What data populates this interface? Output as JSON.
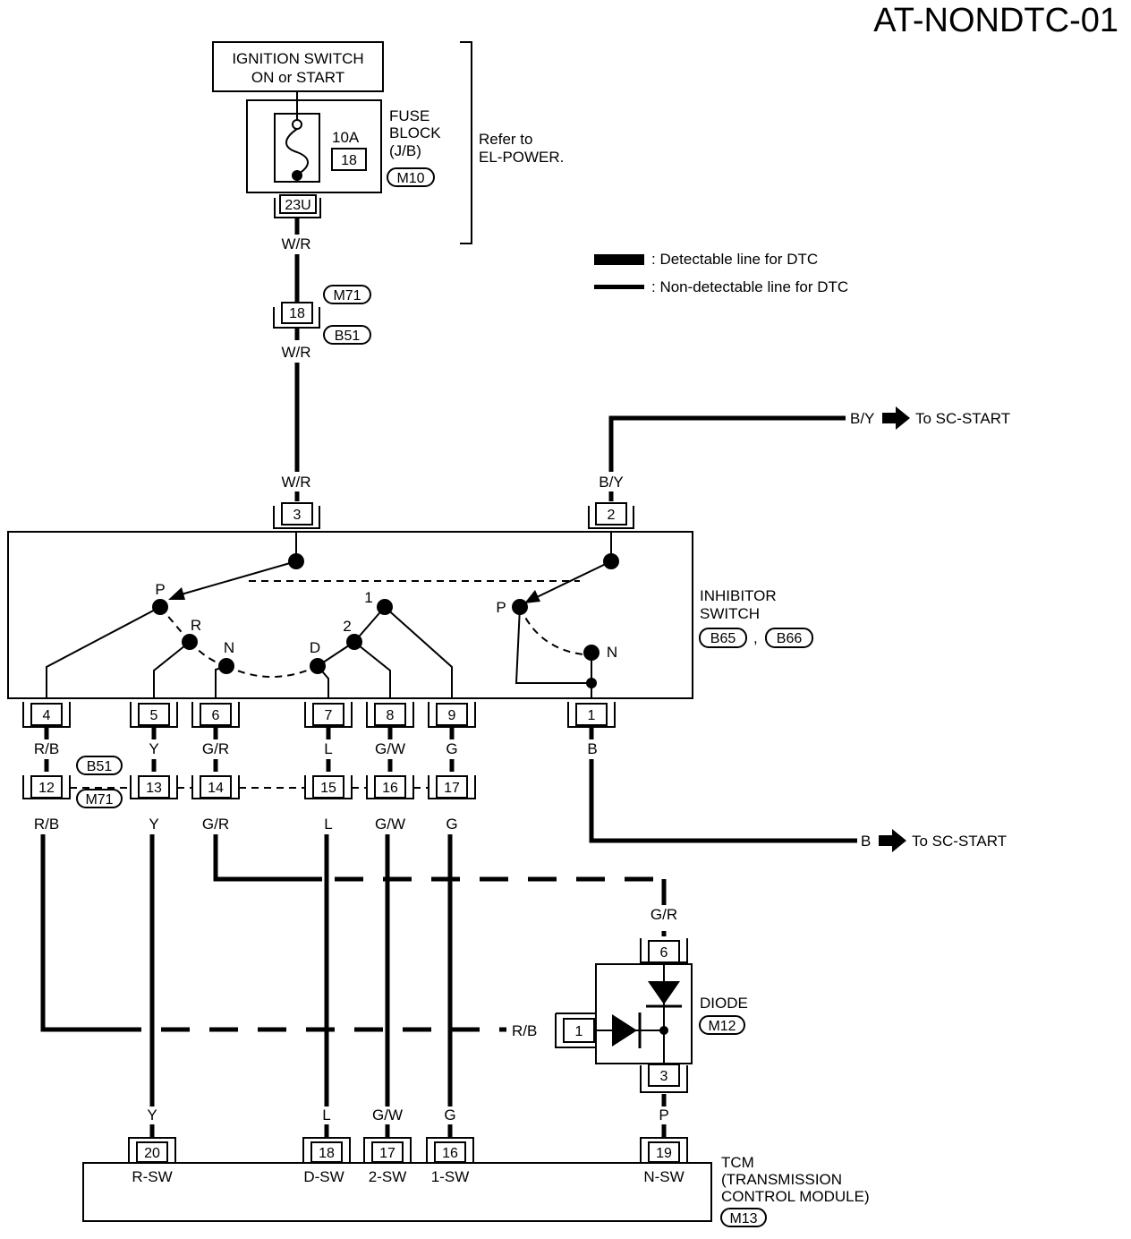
{
  "title": "AT-NONDTC-01",
  "ignition": {
    "line1": "IGNITION SWITCH",
    "line2": "ON or START"
  },
  "fuse_block": {
    "amp": "10A",
    "num": "18",
    "line1": "FUSE",
    "line2": "BLOCK",
    "line3": "(J/B)",
    "conn": "M10",
    "out_pin": "23U"
  },
  "refer": {
    "line1": "Refer to",
    "line2": "EL-POWER."
  },
  "legend": {
    "detectable": ": Detectable line for DTC",
    "non_detectable": ": Non-detectable line for DTC"
  },
  "joint_top": {
    "pin": "18",
    "conn_a": "M71",
    "conn_b": "B51",
    "wire_above": "W/R",
    "wire_below": "W/R"
  },
  "inhibitor": {
    "label1": "INHIBITOR",
    "label2": "SWITCH",
    "conn_a": "B65",
    "sep": ",",
    "conn_b": "B66",
    "top_pins": [
      {
        "pin": "3",
        "wire": "W/R"
      },
      {
        "pin": "2",
        "wire": "B/Y"
      }
    ],
    "positions": {
      "p": "P",
      "r": "R",
      "n": "N",
      "d": "D",
      "two": "2",
      "one": "1",
      "p2": "P",
      "n2": "N"
    },
    "bottom_pins": [
      {
        "pin": "4",
        "wire": "R/B"
      },
      {
        "pin": "5",
        "wire": "Y"
      },
      {
        "pin": "6",
        "wire": "G/R"
      },
      {
        "pin": "7",
        "wire": "L"
      },
      {
        "pin": "8",
        "wire": "G/W"
      },
      {
        "pin": "9",
        "wire": "G"
      },
      {
        "pin": "1",
        "wire": "B"
      }
    ]
  },
  "sc_start_top": {
    "wire": "B/Y",
    "text": "To SC-START"
  },
  "sc_start_bottom": {
    "wire": "B",
    "text": "To SC-START"
  },
  "joint_mid": {
    "conn_a": "B51",
    "conn_b": "M71",
    "pins": [
      {
        "pin": "12",
        "wire": "R/B"
      },
      {
        "pin": "13",
        "wire": "Y"
      },
      {
        "pin": "14",
        "wire": "G/R"
      },
      {
        "pin": "15",
        "wire": "L"
      },
      {
        "pin": "16",
        "wire": "G/W"
      },
      {
        "pin": "17",
        "wire": "G"
      }
    ]
  },
  "diode": {
    "label": "DIODE",
    "conn": "M12",
    "pin_top": "6",
    "pin_left": "1",
    "pin_bottom": "3",
    "wire_top": "G/R",
    "wire_left": "R/B",
    "wire_bottom": "P"
  },
  "tcm": {
    "line1": "TCM",
    "line2": "(TRANSMISSION",
    "line3": "CONTROL MODULE)",
    "conn": "M13",
    "pins": [
      {
        "pin": "20",
        "wire": "Y",
        "label": "R-SW"
      },
      {
        "pin": "18",
        "wire": "L",
        "label": "D-SW"
      },
      {
        "pin": "17",
        "wire": "G/W",
        "label": "2-SW"
      },
      {
        "pin": "16",
        "wire": "G",
        "label": "1-SW"
      },
      {
        "pin": "19",
        "wire": "P",
        "label": "N-SW"
      }
    ]
  }
}
